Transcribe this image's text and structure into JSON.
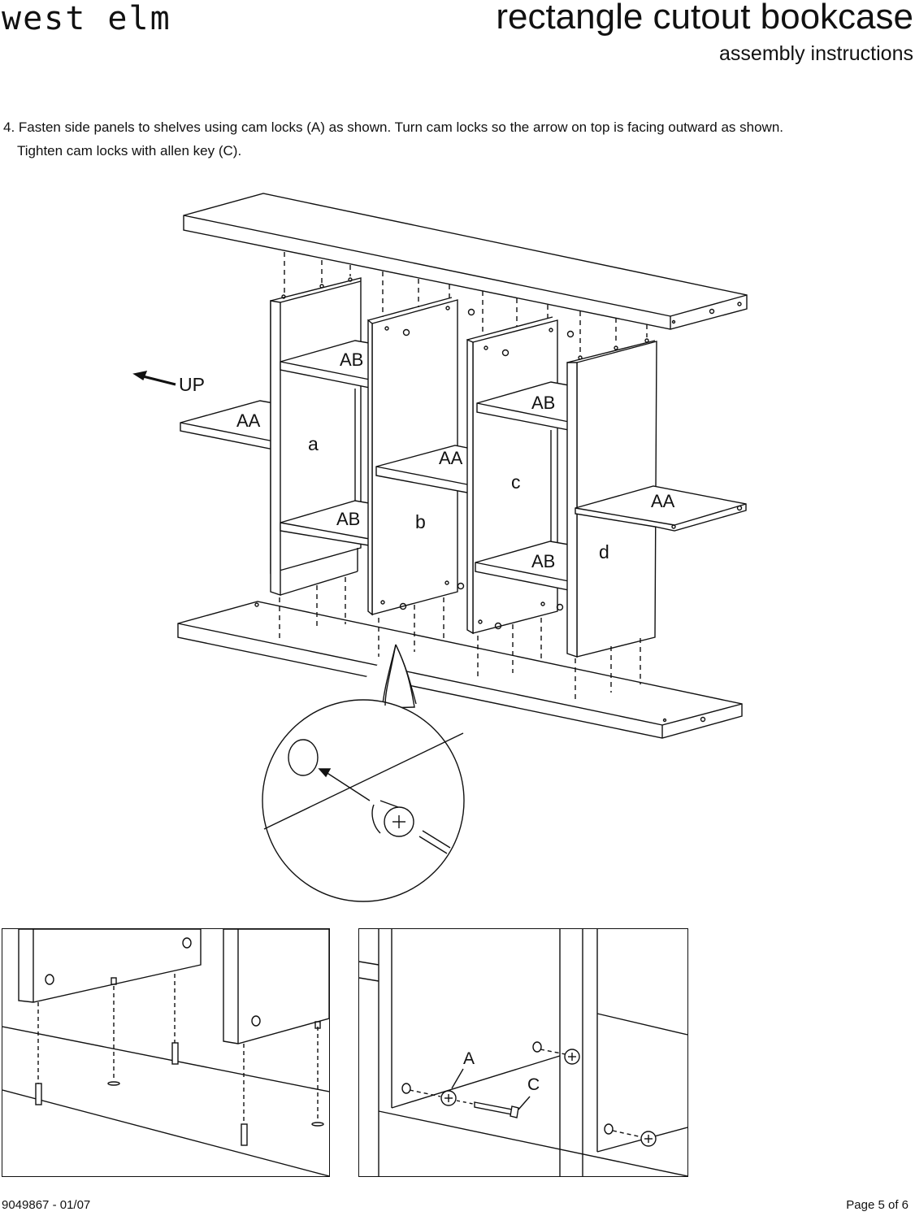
{
  "header": {
    "brand": "west elm",
    "title": "rectangle cutout bookcase",
    "subtitle": "assembly instructions"
  },
  "step": {
    "line1": "4. Fasten side panels to shelves using cam locks (A) as shown.  Turn cam locks so the arrow on top is facing outward as shown.",
    "line2": "Tighten cam locks with allen key (C)."
  },
  "diagram": {
    "up_label": "UP",
    "shelf_labels": [
      "AB",
      "AA",
      "AB",
      "AA",
      "AB",
      "AA",
      "AB"
    ],
    "panel_labels": [
      "a",
      "b",
      "c",
      "d"
    ]
  },
  "inset_right": {
    "label_a": "A",
    "label_c": "C"
  },
  "footer": {
    "code": "9049867 - 01/07",
    "page": "Page 5 of 6"
  }
}
